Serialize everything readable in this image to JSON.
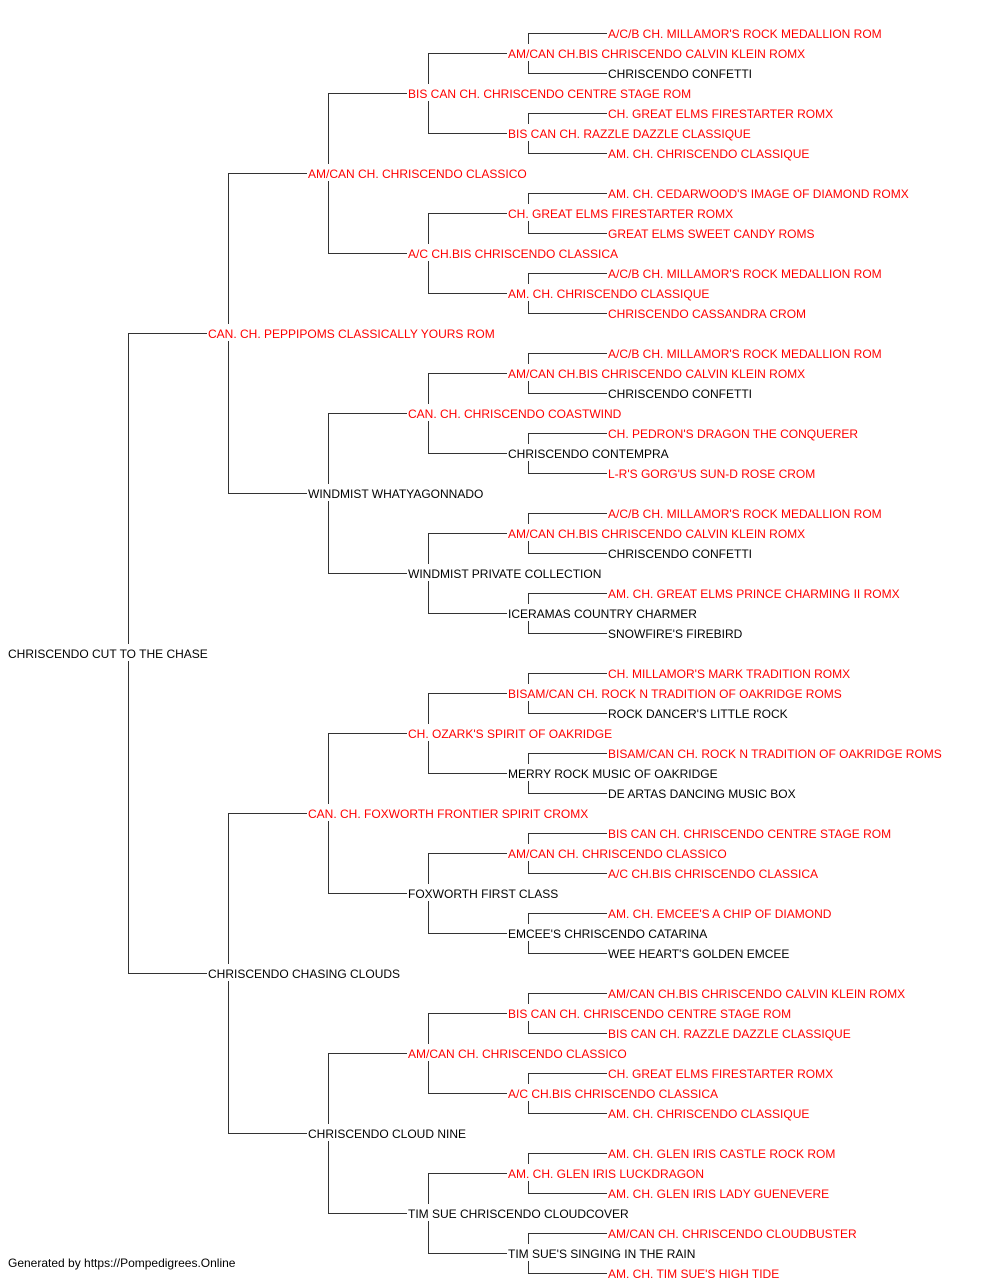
{
  "colors": {
    "champion": "#ff0000",
    "normal": "#000000",
    "connector": "#333333"
  },
  "pedigree": {
    "name": "CHRISCENDO CUT TO THE CHASE",
    "champion": false,
    "sire": {
      "name": "CAN. CH. PEPPIPOMS CLASSICALLY YOURS ROM",
      "champion": true,
      "sire": {
        "name": "AM/CAN CH. CHRISCENDO CLASSICO",
        "champion": true,
        "sire": {
          "name": "BIS CAN CH. CHRISCENDO CENTRE STAGE ROM",
          "champion": true,
          "sire": {
            "name": "AM/CAN CH.BIS CHRISCENDO CALVIN KLEIN ROMX",
            "champion": true,
            "sire": {
              "name": "A/C/B CH. MILLAMOR'S ROCK MEDALLION ROM",
              "champion": true
            },
            "dam": {
              "name": "CHRISCENDO CONFETTI",
              "champion": false
            }
          },
          "dam": {
            "name": "BIS CAN CH. RAZZLE DAZZLE CLASSIQUE",
            "champion": true,
            "sire": {
              "name": "CH. GREAT ELMS FIRESTARTER ROMX",
              "champion": true
            },
            "dam": {
              "name": "AM. CH. CHRISCENDO CLASSIQUE",
              "champion": true
            }
          }
        },
        "dam": {
          "name": "A/C CH.BIS CHRISCENDO CLASSICA",
          "champion": true,
          "sire": {
            "name": "CH. GREAT ELMS FIRESTARTER ROMX",
            "champion": true,
            "sire": {
              "name": "AM. CH. CEDARWOOD'S IMAGE OF DIAMOND ROMX",
              "champion": true
            },
            "dam": {
              "name": "GREAT ELMS SWEET CANDY ROMS",
              "champion": true
            }
          },
          "dam": {
            "name": "AM. CH. CHRISCENDO CLASSIQUE",
            "champion": true,
            "sire": {
              "name": "A/C/B CH. MILLAMOR'S ROCK MEDALLION ROM",
              "champion": true
            },
            "dam": {
              "name": "CHRISCENDO CASSANDRA CROM",
              "champion": true
            }
          }
        }
      },
      "dam": {
        "name": "WINDMIST WHATYAGONNADO",
        "champion": false,
        "sire": {
          "name": "CAN. CH. CHRISCENDO COASTWIND",
          "champion": true,
          "sire": {
            "name": "AM/CAN CH.BIS CHRISCENDO CALVIN KLEIN ROMX",
            "champion": true,
            "sire": {
              "name": "A/C/B CH. MILLAMOR'S ROCK MEDALLION ROM",
              "champion": true
            },
            "dam": {
              "name": "CHRISCENDO CONFETTI",
              "champion": false
            }
          },
          "dam": {
            "name": "CHRISCENDO CONTEMPRA",
            "champion": false,
            "sire": {
              "name": "CH. PEDRON'S DRAGON THE CONQUERER",
              "champion": true
            },
            "dam": {
              "name": "L-R'S GORG'US SUN-D ROSE CROM",
              "champion": true
            }
          }
        },
        "dam": {
          "name": "WINDMIST PRIVATE COLLECTION",
          "champion": false,
          "sire": {
            "name": "AM/CAN CH.BIS CHRISCENDO CALVIN KLEIN ROMX",
            "champion": true,
            "sire": {
              "name": "A/C/B CH. MILLAMOR'S ROCK MEDALLION ROM",
              "champion": true
            },
            "dam": {
              "name": "CHRISCENDO CONFETTI",
              "champion": false
            }
          },
          "dam": {
            "name": "ICERAMAS COUNTRY CHARMER",
            "champion": false,
            "sire": {
              "name": "AM. CH. GREAT ELMS PRINCE CHARMING II ROMX",
              "champion": true
            },
            "dam": {
              "name": "SNOWFIRE'S FIREBIRD",
              "champion": false
            }
          }
        }
      }
    },
    "dam": {
      "name": "CHRISCENDO CHASING CLOUDS",
      "champion": false,
      "sire": {
        "name": "CAN. CH. FOXWORTH FRONTIER SPIRIT CROMX",
        "champion": true,
        "sire": {
          "name": "CH. OZARK'S SPIRIT OF OAKRIDGE",
          "champion": true,
          "sire": {
            "name": "BISAM/CAN CH. ROCK N TRADITION OF OAKRIDGE ROMS",
            "champion": true,
            "sire": {
              "name": "CH. MILLAMOR'S MARK TRADITION ROMX",
              "champion": true
            },
            "dam": {
              "name": "ROCK DANCER'S LITTLE ROCK",
              "champion": false
            }
          },
          "dam": {
            "name": "MERRY ROCK MUSIC OF OAKRIDGE",
            "champion": false,
            "sire": {
              "name": "BISAM/CAN CH. ROCK N TRADITION OF OAKRIDGE ROMS",
              "champion": true
            },
            "dam": {
              "name": "DE ARTAS DANCING MUSIC BOX",
              "champion": false
            }
          }
        },
        "dam": {
          "name": "FOXWORTH FIRST CLASS",
          "champion": false,
          "sire": {
            "name": "AM/CAN CH. CHRISCENDO CLASSICO",
            "champion": true,
            "sire": {
              "name": "BIS CAN CH. CHRISCENDO CENTRE STAGE ROM",
              "champion": true
            },
            "dam": {
              "name": "A/C CH.BIS CHRISCENDO CLASSICA",
              "champion": true
            }
          },
          "dam": {
            "name": "EMCEE'S CHRISCENDO CATARINA",
            "champion": false,
            "sire": {
              "name": "AM. CH. EMCEE'S A CHIP OF DIAMOND",
              "champion": true
            },
            "dam": {
              "name": "WEE HEART'S GOLDEN EMCEE",
              "champion": false
            }
          }
        }
      },
      "dam": {
        "name": "CHRISCENDO CLOUD NINE",
        "champion": false,
        "sire": {
          "name": "AM/CAN CH. CHRISCENDO CLASSICO",
          "champion": true,
          "sire": {
            "name": "BIS CAN CH. CHRISCENDO CENTRE STAGE ROM",
            "champion": true,
            "sire": {
              "name": "AM/CAN CH.BIS CHRISCENDO CALVIN KLEIN ROMX",
              "champion": true
            },
            "dam": {
              "name": "BIS CAN CH. RAZZLE DAZZLE CLASSIQUE",
              "champion": true
            }
          },
          "dam": {
            "name": "A/C CH.BIS CHRISCENDO CLASSICA",
            "champion": true,
            "sire": {
              "name": "CH. GREAT ELMS FIRESTARTER ROMX",
              "champion": true
            },
            "dam": {
              "name": "AM. CH. CHRISCENDO CLASSIQUE",
              "champion": true
            }
          }
        },
        "dam": {
          "name": "TIM SUE CHRISCENDO CLOUDCOVER",
          "champion": false,
          "sire": {
            "name": "AM. CH. GLEN IRIS LUCKDRAGON",
            "champion": true,
            "sire": {
              "name": "AM. CH. GLEN IRIS CASTLE ROCK ROM",
              "champion": true
            },
            "dam": {
              "name": "AM. CH. GLEN IRIS LADY GUENEVERE",
              "champion": true
            }
          },
          "dam": {
            "name": "TIM SUE'S SINGING IN THE RAIN",
            "champion": false,
            "sire": {
              "name": "AM/CAN CH. CHRISCENDO CLOUDBUSTER",
              "champion": true
            },
            "dam": {
              "name": "AM. CH. TIM SUE'S HIGH TIDE",
              "champion": true
            }
          }
        }
      }
    }
  },
  "footer": {
    "text": "Generated by https://Pompedigrees.Online"
  }
}
